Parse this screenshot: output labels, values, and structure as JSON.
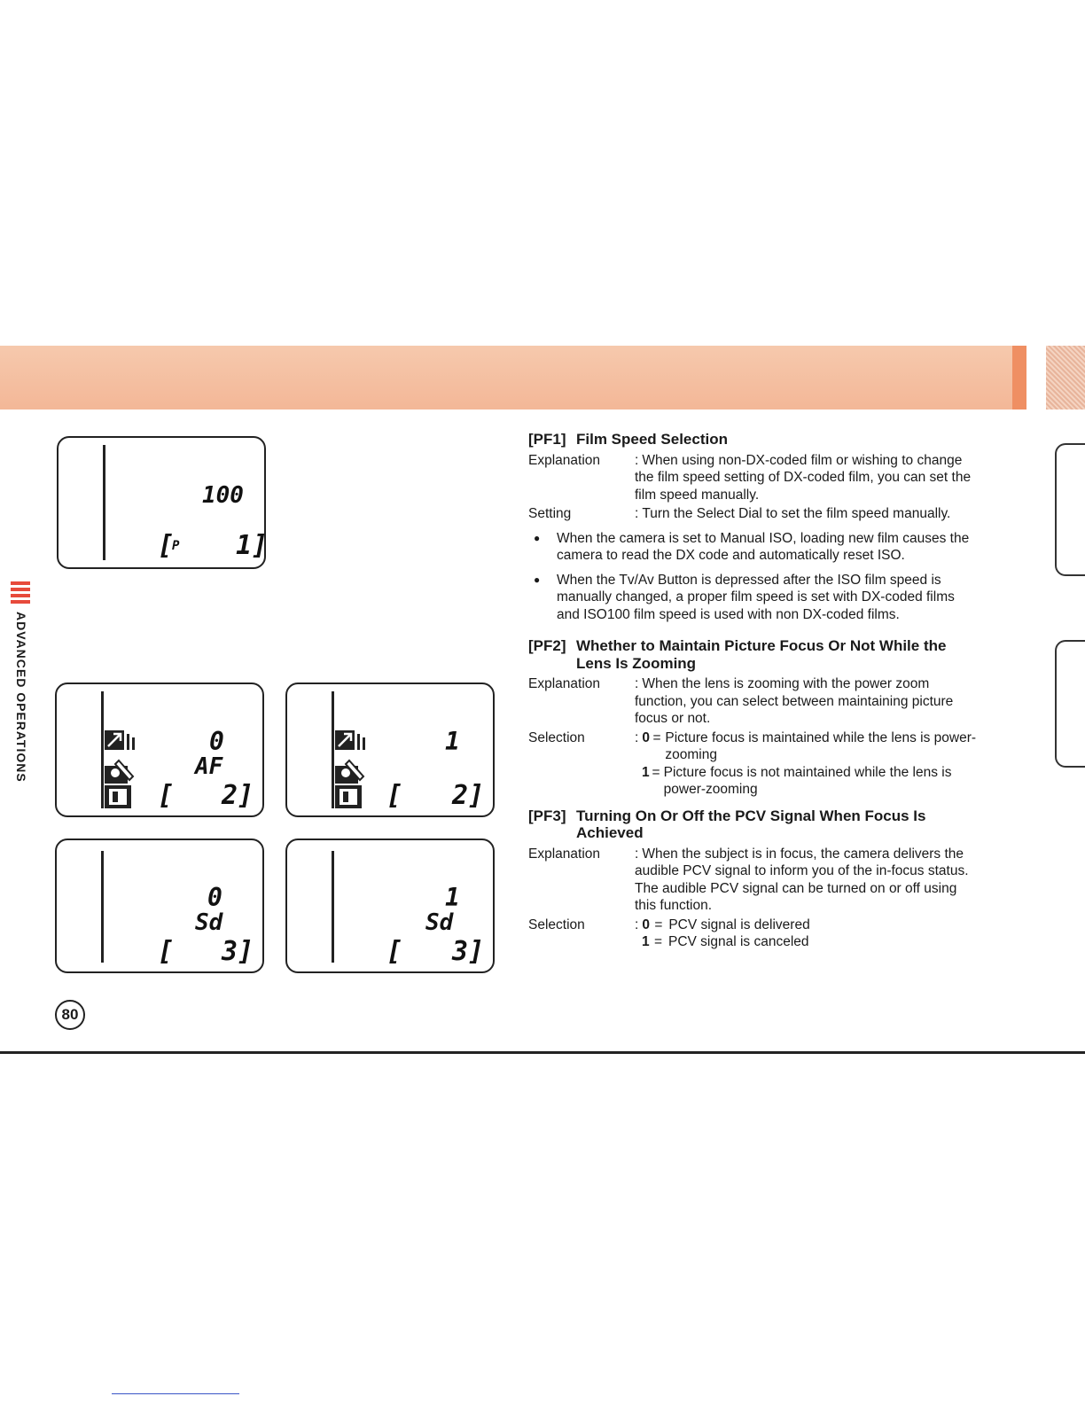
{
  "side_tab": {
    "label": "ADVANCED OPERATIONS"
  },
  "page_number": "80",
  "lcd_panels": {
    "pf1": {
      "value": "100",
      "bracket_left": "[",
      "mode": "P",
      "code": "1]"
    },
    "pf2_0": {
      "value": "0",
      "label": "AF",
      "bracket_left": "[",
      "code": "2]"
    },
    "pf2_1": {
      "value": "1",
      "bracket_left": "[",
      "code": "2]"
    },
    "pf3_0": {
      "value": "0",
      "label": "Sd",
      "bracket_left": "[",
      "code": "3]"
    },
    "pf3_1": {
      "value": "1",
      "label": "Sd",
      "bracket_left": "[",
      "code": "3]"
    }
  },
  "pf1": {
    "code": "[PF1]",
    "title": "Film Speed Selection",
    "explanation_label": "Explanation",
    "explanation": "When using non-DX-coded film or wishing to change the film speed setting of DX-coded film, you can set the film speed manually.",
    "setting_label": "Setting",
    "setting": "Turn the Select Dial to set the film speed manually.",
    "bullets": [
      "When the camera is set to Manual ISO, loading new film causes the camera to read the DX code and automatically reset ISO.",
      "When the Tv/Av Button is depressed after the ISO film speed is manually changed, a proper film speed is set with DX-coded films and ISO100 film speed is used with non DX-coded films."
    ]
  },
  "pf2": {
    "code": "[PF2]",
    "title_line1": "Whether to Maintain Picture Focus Or Not While the",
    "title_line2": "Lens Is Zooming",
    "explanation_label": "Explanation",
    "explanation": "When the lens is zooming with the power zoom function, you can select between maintaining picture focus or not.",
    "selection_label": "Selection",
    "options": [
      {
        "num": "0",
        "text": "Picture focus is maintained while the lens is power-zooming"
      },
      {
        "num": "1",
        "text": "Picture focus is not maintained while the lens is power-zooming"
      }
    ]
  },
  "pf3": {
    "code": "[PF3]",
    "title_line1": "Turning On Or Off the PCV Signal When Focus Is",
    "title_line2": "Achieved",
    "explanation_label": "Explanation",
    "explanation": "When the subject is in focus, the camera delivers the audible PCV signal to inform you of the in-focus status. The audible PCV signal can be turned on or off using this function.",
    "selection_label": "Selection",
    "options": [
      {
        "num": "0",
        "text": "PCV signal is delivered"
      },
      {
        "num": "1",
        "text": "PCV signal is canceled"
      }
    ]
  }
}
